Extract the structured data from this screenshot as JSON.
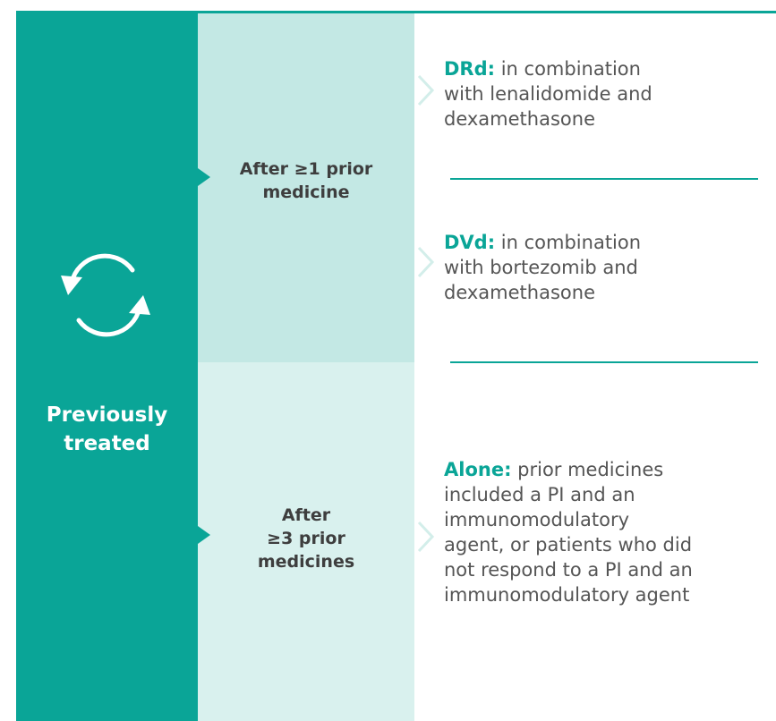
{
  "colors": {
    "accent": "#0aa597",
    "band_light": "#c3e8e4",
    "band_lighter": "#d9f1ee",
    "body_text": "#555555",
    "label_text": "#3e3e3e",
    "chevron": "#d3eeea"
  },
  "left_column": {
    "icon": "refresh-cycle-icon",
    "label_line1": "Previously",
    "label_line2": "treated"
  },
  "middle_column": {
    "row1": {
      "line1": "After ≥1 prior",
      "line2": "medicine"
    },
    "row2": {
      "line1": "After",
      "line2": "≥3 prior",
      "line3": "medicines"
    }
  },
  "right_column": {
    "item1": {
      "key": "DRd:",
      "line1": " in combination",
      "line2": "with lenalidomide and",
      "line3": "dexamethasone"
    },
    "item2": {
      "key": "DVd:",
      "line1": " in combination",
      "line2": "with bortezomib and",
      "line3": "dexamethasone"
    },
    "item3": {
      "key": "Alone:",
      "line1": " prior medicines",
      "line2": "included a PI and an",
      "line3": "immunomodulatory",
      "line4": "agent, or patients who did",
      "line5": "not respond to a PI and an",
      "line6": "immunomodulatory agent"
    }
  }
}
